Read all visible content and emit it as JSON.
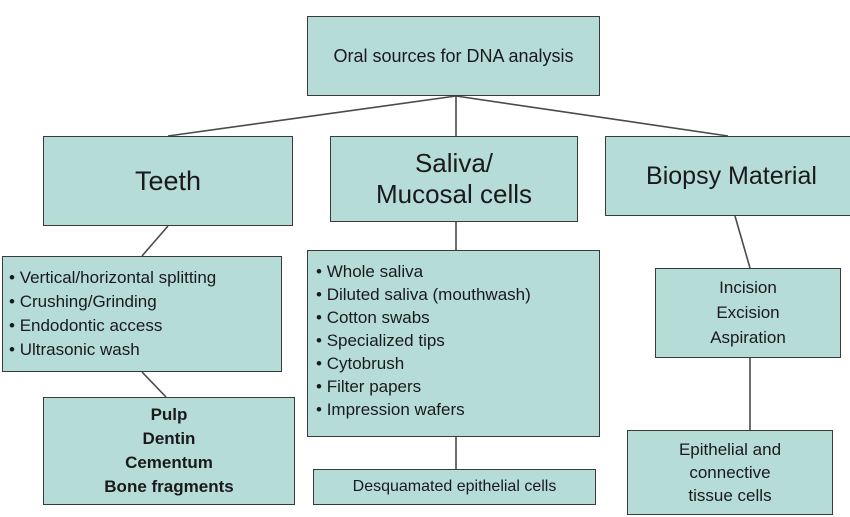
{
  "root": {
    "label": "Oral sources for DNA analysis"
  },
  "teeth": {
    "title": "Teeth",
    "methods": [
      "Vertical/horizontal splitting",
      "Crushing/Grinding",
      "Endodontic access",
      "Ultrasonic wash"
    ],
    "sources": [
      "Pulp",
      "Dentin",
      "Cementum",
      "Bone fragments"
    ]
  },
  "saliva": {
    "title_line1": "Saliva/",
    "title_line2": "Mucosal cells",
    "methods": [
      "Whole saliva",
      "Diluted saliva (mouthwash)",
      "Cotton swabs",
      "Specialized tips",
      "Cytobrush",
      "Filter papers",
      "Impression wafers"
    ],
    "result": "Desquamated epithelial cells"
  },
  "biopsy": {
    "title": "Biopsy Material",
    "methods": [
      "Incision",
      "Excision",
      "Aspiration"
    ],
    "result_lines": [
      "Epithelial and",
      "connective",
      "tissue cells"
    ]
  },
  "colors": {
    "box_fill": "#b6dcd8",
    "border": "#3a3a3a",
    "connector": "#4a4a4a"
  }
}
